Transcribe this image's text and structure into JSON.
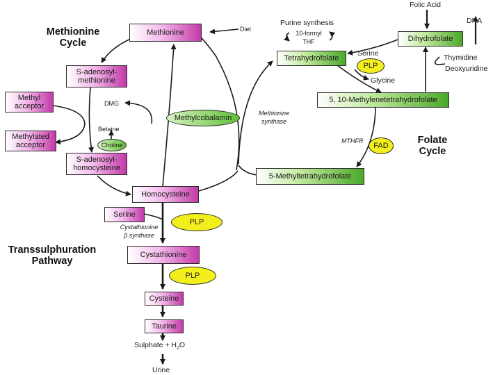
{
  "headings": {
    "methionine_cycle": [
      "Methionine",
      "Cycle"
    ],
    "folate_cycle": [
      "Folate",
      "Cycle"
    ],
    "transsulphuration": [
      "Transsulphuration",
      "Pathway"
    ]
  },
  "nodes": {
    "methionine": "Methionine",
    "sam": [
      "S-adenosyl-",
      "methionine"
    ],
    "sah": [
      "S-adenosyl-",
      "homocysteine"
    ],
    "methyl_acceptor": [
      "Methyl",
      "acceptor"
    ],
    "methylated_acceptor": [
      "Methylated",
      "acceptor"
    ],
    "homocysteine": "Homocysteine",
    "serine": "Serine",
    "cystathionine": "Cystathionine",
    "cysteine": "Cysteine",
    "taurine": "Taurine",
    "thf": "Tetrahydrofolate",
    "dhf": "Dihydrofolate",
    "methylene_thf": "5, 10-Methylenetetrahydrofolate",
    "methyl_thf": "5-Methyltetrahydrofolate"
  },
  "ovals": {
    "methylcobalamin": "Methylcobalamin",
    "choline": "Choline",
    "plp_folate": "PLP",
    "plp_cbs": "PLP",
    "plp_cys": "PLP",
    "fad": "FAD"
  },
  "labels": {
    "diet": "Diet",
    "dmg": "DMG",
    "betaine": "Betaine",
    "cbs": [
      "Cystathionine",
      "β synthase"
    ],
    "sulphate_prefix": "Sulphate + H",
    "sulphate_sub": "2",
    "sulphate_suffix": "O",
    "urine": "Urine",
    "folic_acid": "Folic Acid",
    "dna": "DNA",
    "purine_synthesis": "Purine synthesis",
    "formyl_thf": [
      "10-formyl",
      "THF"
    ],
    "serine_folate": "Serine",
    "glycine": "Glycine",
    "thymidine": "Thymidine",
    "deoxyuridine": "Deoxyuridine",
    "methionine_synthase": [
      "Methionine",
      "synthase"
    ],
    "mthfr": "MTHFR"
  },
  "colors": {
    "pathway_pink": "#c23aa8",
    "folate_green": "#4ba82a",
    "cofactor_yellow": "#f3ef1c",
    "arrow": "#1a1a1a"
  }
}
